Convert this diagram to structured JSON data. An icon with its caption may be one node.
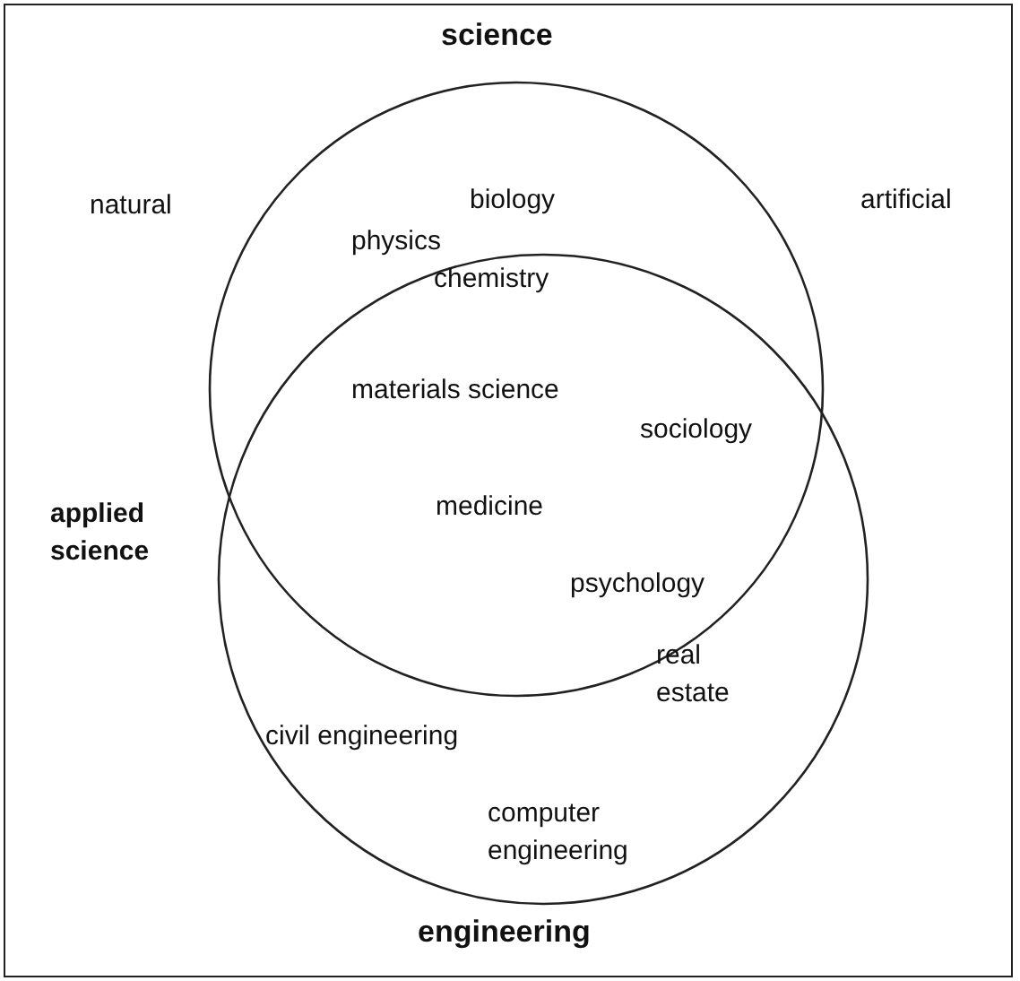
{
  "diagram": {
    "nodes": [
      {
        "text": [
          "science"
        ]
      },
      {
        "text": [
          "engineering"
        ]
      }
    ],
    "labels": [
      "natural",
      "biology",
      "artificial",
      "physics",
      "chemistry",
      "materials science",
      "sociology",
      "applied science",
      "medicine",
      "psychology",
      "real estate",
      "civil engineering",
      "computer engineering"
    ]
  }
}
